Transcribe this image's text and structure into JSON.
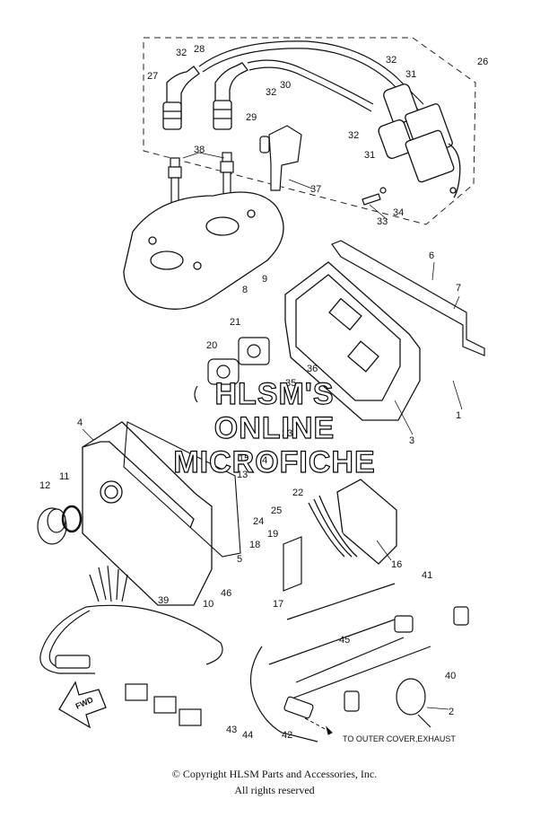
{
  "diagram": {
    "callouts": [
      "1",
      "2",
      "3",
      "4",
      "5",
      "6",
      "7",
      "8",
      "9",
      "10",
      "11",
      "12",
      "13",
      "14",
      "15",
      "16",
      "17",
      "18",
      "19",
      "20",
      "21",
      "22",
      "23",
      "24",
      "25",
      "26",
      "27",
      "28",
      "29",
      "30",
      "31",
      "31",
      "32",
      "32",
      "32",
      "32",
      "33",
      "34",
      "35",
      "36",
      "37",
      "38",
      "39",
      "40",
      "41",
      "42",
      "43",
      "44",
      "45",
      "46"
    ],
    "fwd_label": "FWD",
    "exhaust_note": "TO OUTER COVER,EXHAUST"
  },
  "watermark": {
    "line1": "HLSM'S",
    "line2": "ONLINE",
    "line3": "MICROFICHE"
  },
  "footer": {
    "copyright": "© Copyright HLSM Parts and Accessories, Inc.",
    "rights": "All rights reserved"
  }
}
